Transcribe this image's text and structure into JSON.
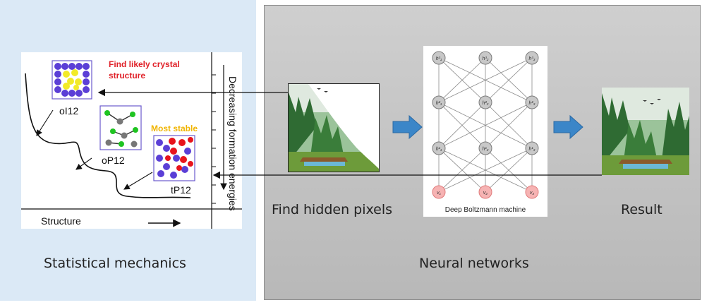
{
  "left_panel": {
    "caption": "Statistical mechanics",
    "plot": {
      "find_title_line1": "Find likely crystal",
      "find_title_line2": "structure",
      "most_stable": "Most stable",
      "x_label": "Structure",
      "y_label": "Decreasing formation energies",
      "structures": [
        "oI12",
        "oP12",
        "tP12"
      ]
    }
  },
  "right_panel": {
    "caption": "Neural networks",
    "find_hidden_caption": "Find hidden pixels",
    "result_caption": "Result",
    "network": {
      "title": "Deep Boltzmann machine",
      "layers": [
        [
          "h³₁",
          "h³₂",
          "h³₃"
        ],
        [
          "h²₁",
          "h²₂",
          "h²₃"
        ],
        [
          "h¹₁",
          "h¹₂",
          "h¹₃"
        ],
        [
          "v₁",
          "v₂",
          "v₃"
        ]
      ]
    }
  },
  "colors": {
    "left_bg": "#dbe9f6",
    "right_bg": "#c4c4c4",
    "arrow_blue": "#3b86c8",
    "hidden_node": "#c8c8c8",
    "visible_node": "#f6b3b3",
    "red_text": "#e0222a",
    "gold_text": "#f0b400"
  }
}
